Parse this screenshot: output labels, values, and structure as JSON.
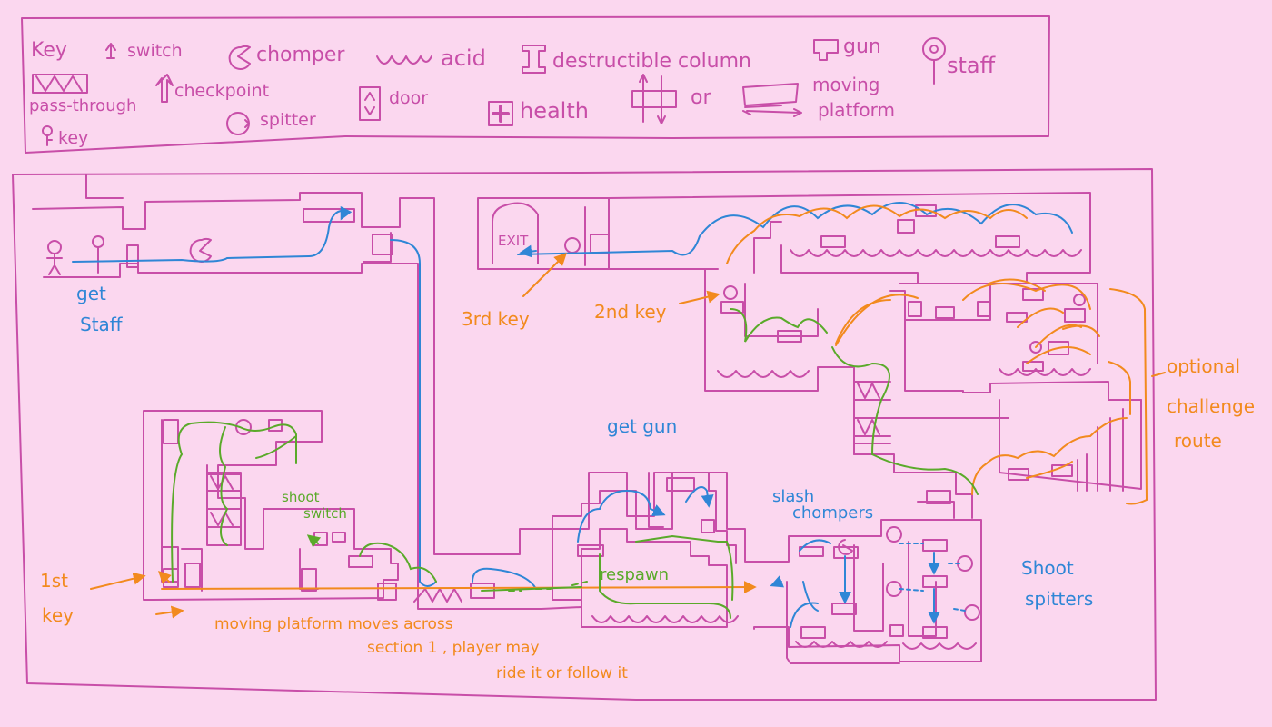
{
  "colors": {
    "background": "#fbd7ef",
    "wall": "#c84ea8",
    "blue_path": "#2f86d6",
    "orange_path": "#f28a1e",
    "green_path": "#5aaa2a"
  },
  "legend": {
    "key_heading": "Key",
    "switch": "switch",
    "chomper": "chomper",
    "acid": "acid",
    "destructible_column": "destructible column",
    "gun": "gun",
    "staff": "staff",
    "pass_through": "pass-through",
    "checkpoint": "checkpoint",
    "door": "door",
    "health": "health",
    "or": "or",
    "moving_platform_1": "moving",
    "moving_platform_2": "platform",
    "spitter": "spitter",
    "key": "key"
  },
  "map_labels": {
    "exit": "EXIT",
    "get_staff_1": "get",
    "get_staff_2": "Staff",
    "third_key": "3rd key",
    "second_key": "2nd key",
    "optional_1": "optional",
    "optional_2": "challenge",
    "optional_3": "route",
    "get_gun": "get gun",
    "shoot_switch_1": "shoot",
    "shoot_switch_2": "switch",
    "slash_chompers_1": "slash",
    "slash_chompers_2": "chompers",
    "shoot_spitters_1": "Shoot",
    "shoot_spitters_2": "spitters",
    "respawn": "respawn",
    "first_key_1": "1st",
    "first_key_2": "key",
    "moving_note_1": "moving platform moves across",
    "moving_note_2": "section 1 , player may",
    "moving_note_3": "ride it or follow it"
  }
}
